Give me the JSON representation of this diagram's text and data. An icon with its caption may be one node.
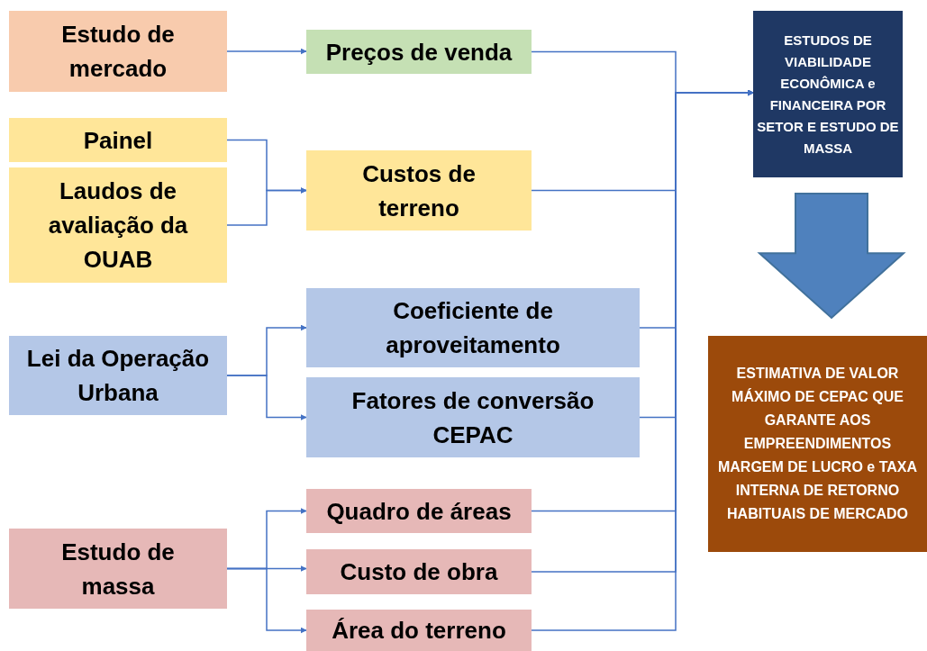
{
  "diagram": {
    "nodes": [
      {
        "text": [
          "Estudo de mercado"
        ]
      },
      {
        "text": [
          "Preços de venda"
        ]
      },
      {
        "text": [
          "Painel"
        ]
      },
      {
        "text": [
          "Laudos de avaliação da OUAB"
        ]
      },
      {
        "text": [
          "Custos de terreno"
        ]
      },
      {
        "text": [
          "Lei da Operação Urbana"
        ]
      },
      {
        "text": [
          "Coeficiente de aproveitamento"
        ]
      },
      {
        "text": [
          "Fatores de conversão CEPAC"
        ]
      },
      {
        "text": [
          "Estudo de massa"
        ]
      },
      {
        "text": [
          "Quadro de áreas"
        ]
      },
      {
        "text": [
          "Custo de obra"
        ]
      },
      {
        "text": [
          "Área do terreno"
        ]
      },
      {
        "text": [
          "ESTUDOS DE VIABILIDADE ECONÔMICA e FINANCEIRA POR SETOR E ESTUDO DE MASSA"
        ]
      },
      {
        "text": [
          "ESTIMATIVA DE VALOR MÁXIMO DE CEPAC QUE GARANTE AOS EMPREENDIMENTOS MARGEM DE LUCRO  e TAXA INTERNA DE RETORNO HABITUAIS DE MERCADO"
        ]
      }
    ],
    "edges": [
      {
        "from": 0,
        "to": 1,
        "arrow": "to"
      },
      {
        "from": 2,
        "to": 4,
        "arrow": "to"
      },
      {
        "from": 3,
        "to": 4,
        "arrow": "to"
      },
      {
        "from": 5,
        "to": 6,
        "arrow": "to"
      },
      {
        "from": 5,
        "to": 7,
        "arrow": "to"
      },
      {
        "from": 8,
        "to": 9,
        "arrow": "to"
      },
      {
        "from": 8,
        "to": 10,
        "arrow": "to"
      },
      {
        "from": 8,
        "to": 11,
        "arrow": "to"
      },
      {
        "from": 1,
        "to": 12,
        "arrow": "to"
      },
      {
        "from": 4,
        "to": 12,
        "arrow": "to"
      },
      {
        "from": 6,
        "to": 12,
        "arrow": "to"
      },
      {
        "from": 7,
        "to": 12,
        "arrow": "to"
      },
      {
        "from": 9,
        "to": 12,
        "arrow": "to"
      },
      {
        "from": 10,
        "to": 12,
        "arrow": "to"
      },
      {
        "from": 11,
        "to": 12,
        "arrow": "to"
      },
      {
        "from": 12,
        "to": 13,
        "arrow": "to",
        "style": "thick",
        "color": "#4f81bd"
      }
    ]
  }
}
